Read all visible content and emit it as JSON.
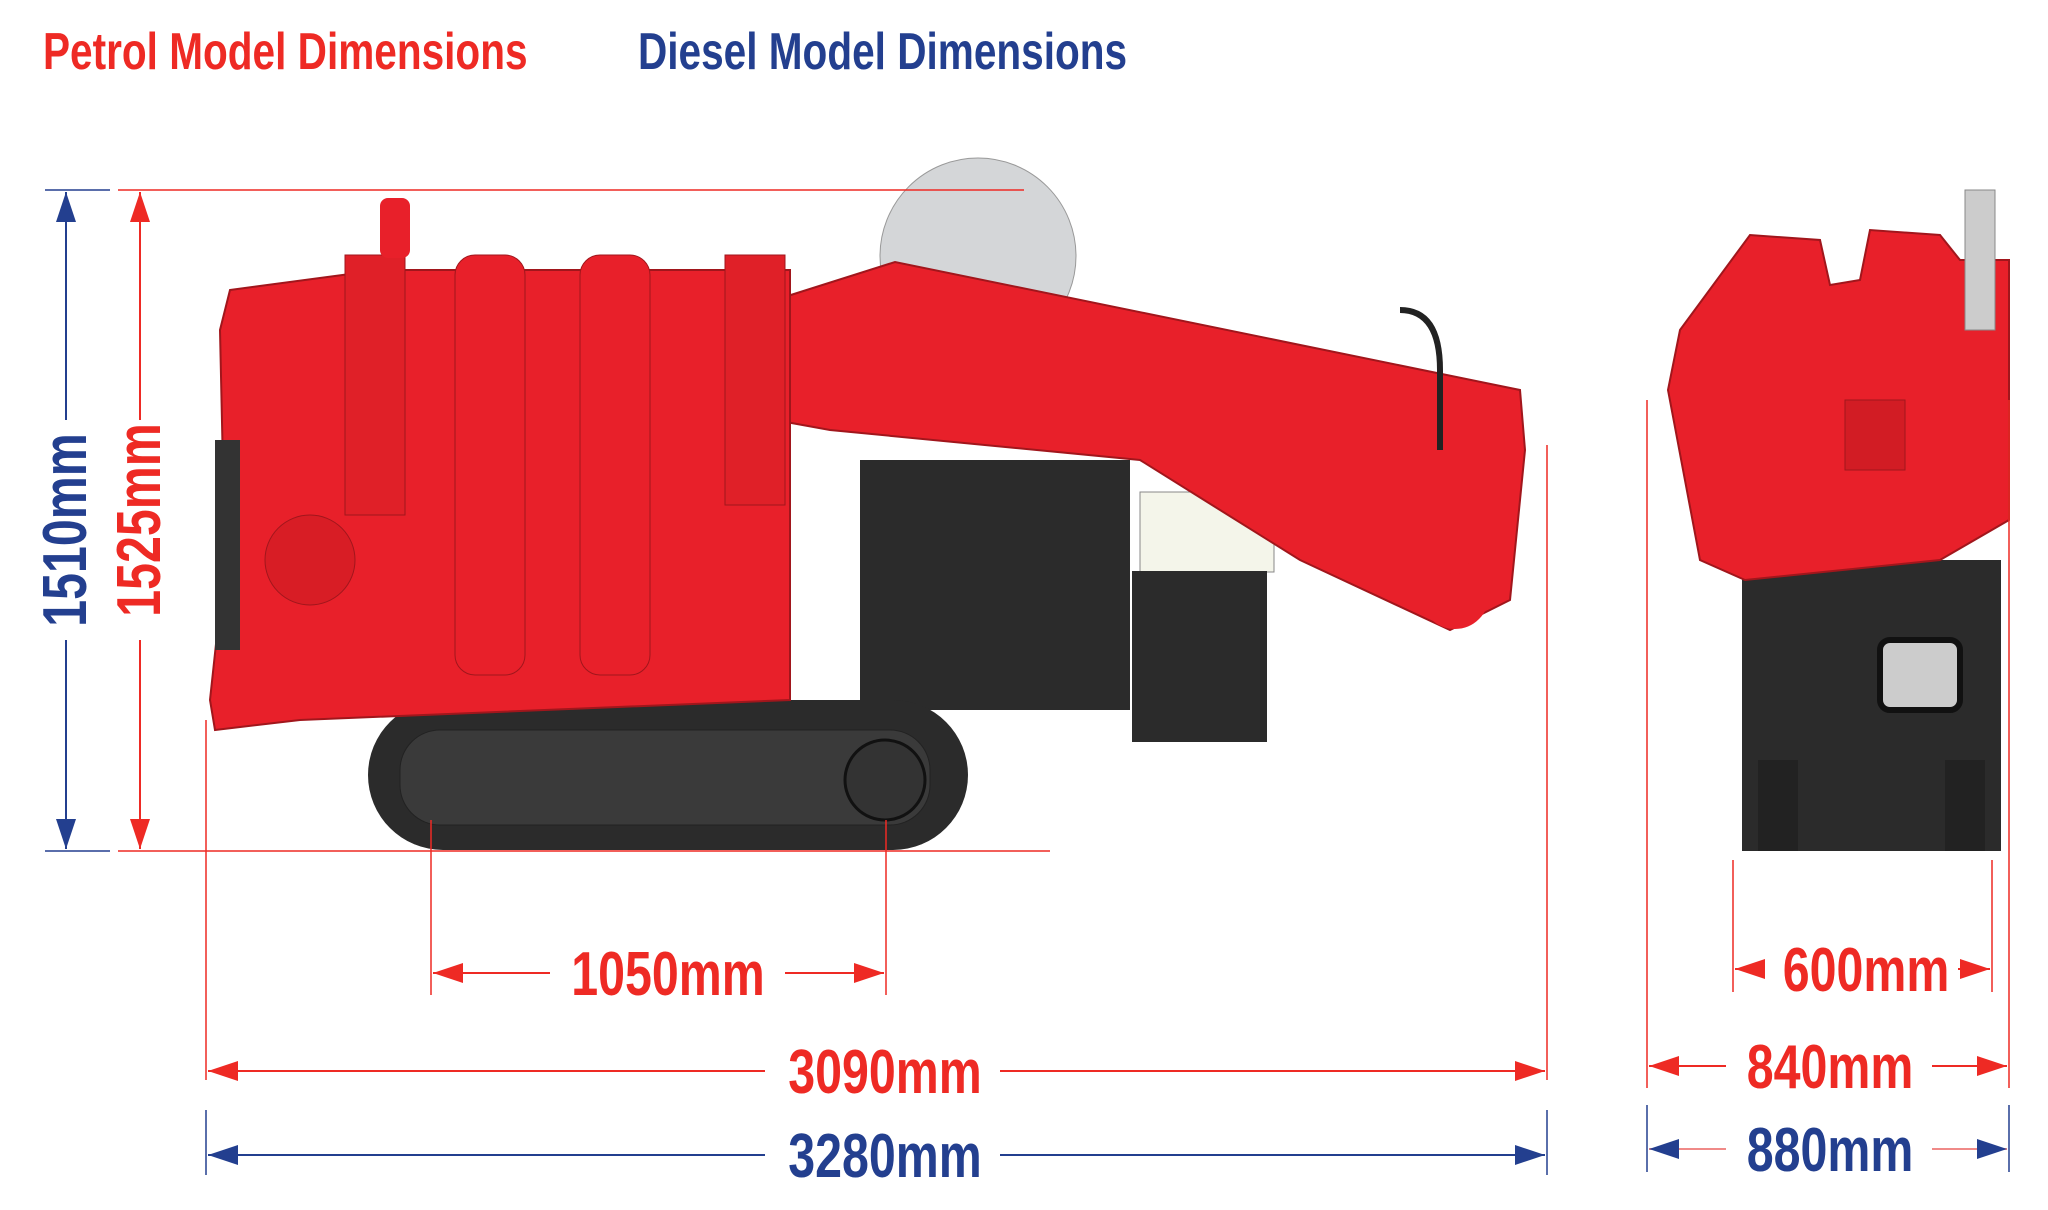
{
  "titles": {
    "petrol": "Petrol Model Dimensions",
    "diesel": "Diesel Model Dimensions"
  },
  "colors": {
    "petrol": "#ee2a24",
    "diesel": "#233f8f",
    "machine_red": "#e8202a",
    "machine_black": "#2b2b2b"
  },
  "dimensions": {
    "diesel_height": "1510mm",
    "petrol_height": "1525mm",
    "track_length": "1050mm",
    "petrol_length": "3090mm",
    "diesel_length": "3280mm",
    "track_width": "600mm",
    "petrol_width": "840mm",
    "diesel_width": "880mm"
  }
}
